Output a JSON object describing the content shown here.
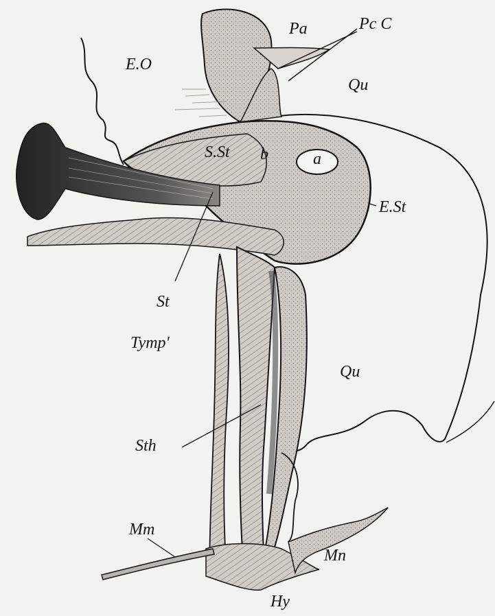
{
  "figure": {
    "labels": {
      "eo": "E.O",
      "pa": "Pa",
      "pcc": "Pc C",
      "qu_upper": "Qu",
      "sst": "S.St",
      "b": "b",
      "a": "a",
      "est": "E.St",
      "st": "St",
      "tymp": "Tymp'",
      "qu_lower": "Qu",
      "sth": "Sth",
      "mm": "Mm",
      "mn": "Mn",
      "hy": "Hy"
    },
    "colors": {
      "background": "#f2f2ef",
      "ink": "#151515",
      "cartilage": "#c9c7c0",
      "stipple": "#a9a79f",
      "dark_tissue": "#3a3a38"
    }
  }
}
